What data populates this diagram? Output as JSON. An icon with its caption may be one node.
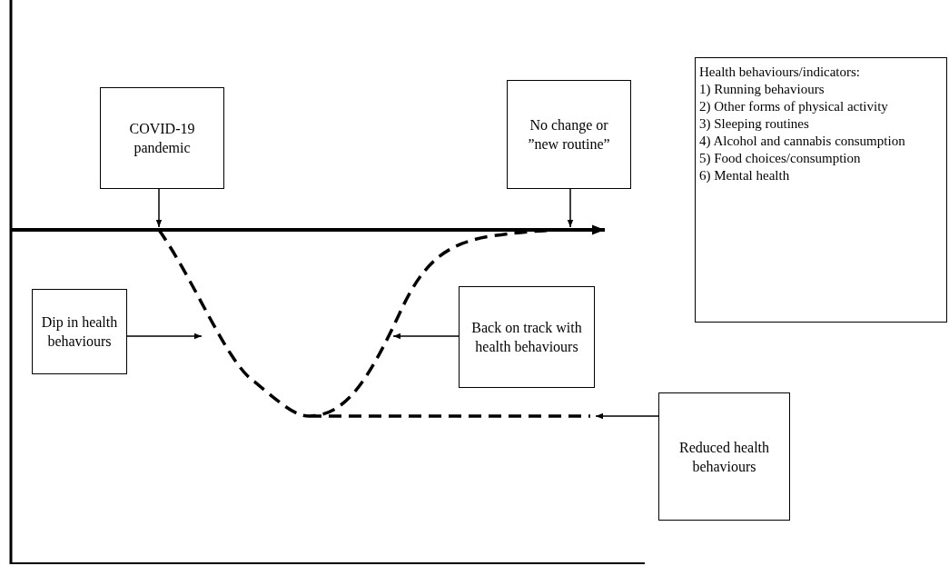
{
  "diagram": {
    "nodes": [
      {
        "text": [
          "COVID-19 pandemic"
        ]
      },
      {
        "text": [
          "No change or ”new routine”"
        ]
      },
      {
        "text": [
          "Health behaviours/indicators:",
          "1) Running behaviours",
          "2) Other forms of physical activity",
          "3) Sleeping routines",
          "4) Alcohol and cannabis consumption",
          "5) Food choices/consumption",
          "6) Mental health"
        ]
      },
      {
        "text": [
          "Dip in health behaviours"
        ]
      },
      {
        "text": [
          "Back on track with health behaviours"
        ]
      },
      {
        "text": [
          "Reduced health behaviours"
        ]
      }
    ],
    "edges": [
      {
        "from": 0,
        "to": null,
        "arrow": "to"
      },
      {
        "from": 1,
        "to": null,
        "arrow": "to"
      },
      {
        "from": 3,
        "to": null,
        "arrow": "to"
      },
      {
        "from": 4,
        "to": null,
        "arrow": "to"
      },
      {
        "from": 5,
        "to": null,
        "arrow": "to"
      }
    ]
  }
}
